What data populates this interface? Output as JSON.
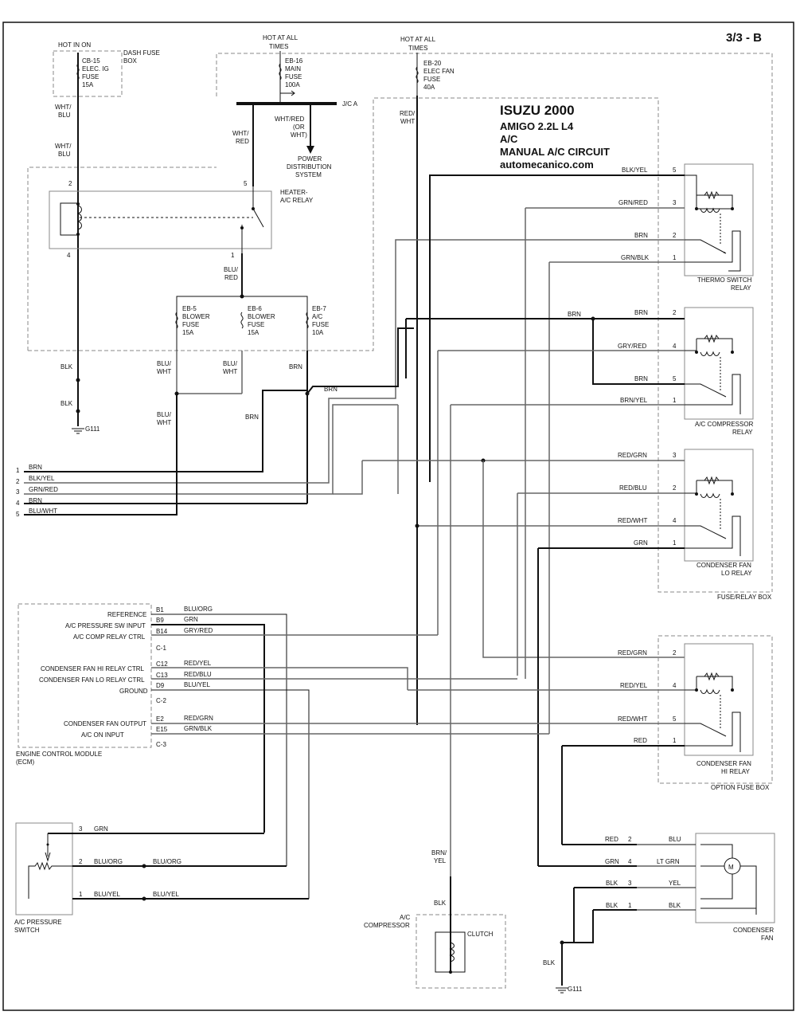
{
  "page": "3/3 - B",
  "title": {
    "line1": "ISUZU  2000",
    "line2": "AMIGO  2.2L  L4",
    "line3": "A/C",
    "line4": "MANUAL A/C CIRCUIT",
    "line5": "automecanico.com"
  },
  "power": {
    "hot_in_on": "HOT IN ON",
    "hot_all_1": "HOT AT ALL",
    "times_1": "TIMES",
    "hot_all_2": "HOT AT ALL",
    "times_2": "TIMES",
    "dash_fuse_box": [
      "DASH FUSE",
      "BOX"
    ],
    "cb15": [
      "CB-15",
      "ELEC. IG",
      "FUSE",
      "15A"
    ],
    "eb16": [
      "EB-16",
      "MAIN",
      "FUSE",
      "100A"
    ],
    "eb20": [
      "EB-20",
      "ELEC FAN",
      "FUSE",
      "40A"
    ],
    "jca": "J/C A",
    "whtred_or": [
      "WHT/RED",
      "(OR",
      "WHT)"
    ],
    "pds": [
      "POWER",
      "DISTRIBUTION",
      "SYSTEM"
    ],
    "red_wht": [
      "RED/",
      "WHT"
    ]
  },
  "heater_relay": {
    "label": [
      "HEATER-",
      "A/C RELAY"
    ],
    "pins": [
      "2",
      "5",
      "4",
      "1"
    ]
  },
  "fuses_eb": [
    {
      "lines": [
        "EB-5",
        "BLOWER",
        "FUSE",
        "15A"
      ]
    },
    {
      "lines": [
        "EB-6",
        "BLOWER",
        "FUSE",
        "15A"
      ]
    },
    {
      "lines": [
        "EB-7",
        "A/C",
        "FUSE",
        "10A"
      ]
    }
  ],
  "left_wires": {
    "wht_blu": [
      "WHT/",
      "BLU"
    ],
    "wht_red": [
      "WHT/",
      "RED"
    ],
    "blu_red": [
      "BLU/",
      "RED"
    ],
    "blk": "BLK",
    "blu_wht": [
      "BLU/",
      "WHT"
    ],
    "brn": "BRN",
    "g111": "G111"
  },
  "connector_list": [
    {
      "num": "1",
      "wire": "BRN"
    },
    {
      "num": "2",
      "wire": "BLK/YEL"
    },
    {
      "num": "3",
      "wire": "GRN/RED"
    },
    {
      "num": "4",
      "wire": "BRN"
    },
    {
      "num": "5",
      "wire": "BLU/WHT"
    }
  ],
  "thermo_relay": {
    "label": [
      "THERMO SWITCH",
      "RELAY"
    ],
    "pins": [
      {
        "wire": "BLK/YEL",
        "pin": "5"
      },
      {
        "wire": "GRN/RED",
        "pin": "3"
      },
      {
        "wire": "BRN",
        "pin": "2"
      },
      {
        "wire": "GRN/BLK",
        "pin": "1"
      }
    ]
  },
  "ac_comp_relay": {
    "label": [
      "A/C COMPRESSOR",
      "RELAY"
    ],
    "pins": [
      {
        "wire": "BRN",
        "pin": "2"
      },
      {
        "wire": "GRY/RED",
        "pin": "4"
      },
      {
        "wire": "BRN",
        "pin": "5"
      },
      {
        "wire": "BRN/YEL",
        "pin": "1"
      }
    ]
  },
  "cond_lo_relay": {
    "label": [
      "CONDENSER FAN",
      "LO RELAY"
    ],
    "pins": [
      {
        "wire": "RED/GRN",
        "pin": "3"
      },
      {
        "wire": "RED/BLU",
        "pin": "2"
      },
      {
        "wire": "RED/WHT",
        "pin": "4"
      },
      {
        "wire": "GRN",
        "pin": "1"
      }
    ]
  },
  "fuse_relay_box": "FUSE/RELAY BOX",
  "cond_hi_relay": {
    "label": [
      "CONDENSER FAN",
      "HI RELAY"
    ],
    "pins": [
      {
        "wire": "RED/GRN",
        "pin": "2"
      },
      {
        "wire": "RED/YEL",
        "pin": "4"
      },
      {
        "wire": "RED/WHT",
        "pin": "5"
      },
      {
        "wire": "RED",
        "pin": "1"
      }
    ]
  },
  "option_fuse_box": "OPTION FUSE BOX",
  "ecm": {
    "label": [
      "ENGINE CONTROL MODULE",
      "(ECM)"
    ],
    "rows": [
      {
        "func": "REFERENCE",
        "pin": "B1",
        "wire": "BLU/ORG"
      },
      {
        "func": "A/C PRESSURE SW INPUT",
        "pin": "B9",
        "wire": "GRN"
      },
      {
        "func": "A/C COMP RELAY CTRL",
        "pin": "B14",
        "wire": "GRY/RED"
      },
      {
        "func": "",
        "pin": "C-1",
        "wire": ""
      },
      {
        "func": "CONDENSER FAN HI RELAY CTRL",
        "pin": "C12",
        "wire": "RED/YEL"
      },
      {
        "func": "CONDENSER FAN LO RELAY CTRL",
        "pin": "C13",
        "wire": "RED/BLU"
      },
      {
        "func": "GROUND",
        "pin": "D9",
        "wire": "BLU/YEL"
      },
      {
        "func": "",
        "pin": "C-2",
        "wire": ""
      },
      {
        "func": "CONDENSER FAN OUTPUT",
        "pin": "E2",
        "wire": "RED/GRN"
      },
      {
        "func": "A/C ON INPUT",
        "pin": "E15",
        "wire": "GRN/BLK"
      },
      {
        "func": "",
        "pin": "C-3",
        "wire": ""
      }
    ]
  },
  "pressure_switch": {
    "label": [
      "A/C PRESSURE",
      "SWITCH"
    ],
    "pins": [
      {
        "pin": "3",
        "wire": "GRN",
        "wire2": ""
      },
      {
        "pin": "2",
        "wire": "BLU/ORG",
        "wire2": "BLU/ORG"
      },
      {
        "pin": "1",
        "wire": "BLU/YEL",
        "wire2": "BLU/YEL"
      }
    ]
  },
  "compressor": {
    "label": [
      "A/C",
      "COMPRESSOR"
    ],
    "clutch": "CLUTCH",
    "wire_top": [
      "BRN/",
      "YEL"
    ],
    "wire_blk": "BLK"
  },
  "condenser_fan": {
    "label": [
      "CONDENSER",
      "FAN"
    ],
    "motor": "M",
    "pins": [
      {
        "left": "RED",
        "pin": "2",
        "right": "BLU"
      },
      {
        "left": "GRN",
        "pin": "4",
        "right": "LT GRN"
      },
      {
        "left": "BLK",
        "pin": "3",
        "right": "YEL"
      },
      {
        "left": "BLK",
        "pin": "1",
        "right": "BLK"
      }
    ],
    "ground_wire": "BLK",
    "ground": "G111"
  }
}
